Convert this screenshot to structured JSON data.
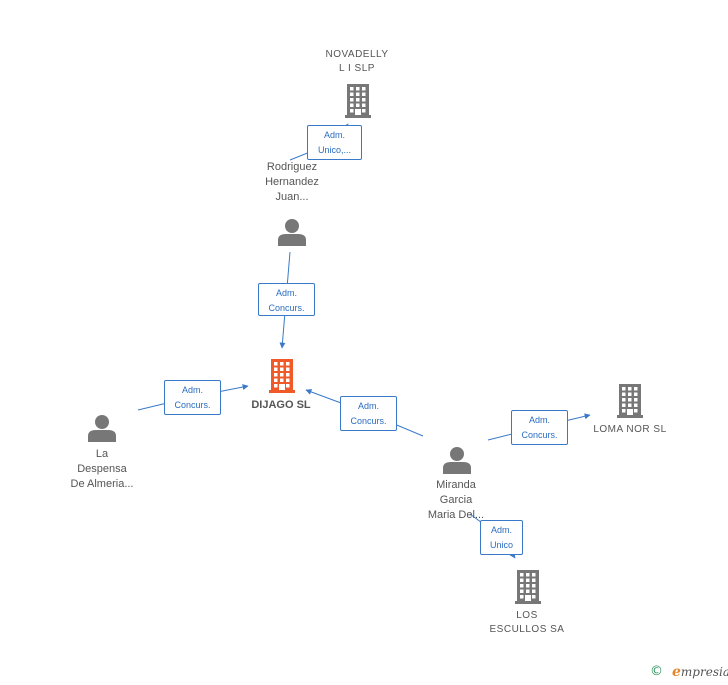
{
  "nodes": {
    "novadelly": {
      "label": "NOVADELLY\nL I  SLP",
      "type": "company",
      "icon": "building-icon"
    },
    "rodriguez": {
      "label": "Rodriguez\nHernandez\nJuan...",
      "type": "person",
      "icon": "person-icon"
    },
    "dijago": {
      "label": "DIJAGO SL",
      "type": "company-main",
      "icon": "building-icon",
      "color": "#f05a28"
    },
    "ladespensa": {
      "label": "La\nDespensa\nDe Almeria...",
      "type": "person",
      "icon": "person-icon"
    },
    "miranda": {
      "label": "Miranda\nGarcia\nMaria Del...",
      "type": "person",
      "icon": "person-icon"
    },
    "lomanor": {
      "label": "LOMA NOR SL",
      "type": "company",
      "icon": "building-icon"
    },
    "losescullos": {
      "label": "LOS\nESCULLOS SA",
      "type": "company",
      "icon": "building-icon"
    }
  },
  "edges": [
    {
      "from": "rodriguez",
      "to": "novadelly",
      "label": "Adm.\nUnico,..."
    },
    {
      "from": "rodriguez",
      "to": "dijago",
      "label": "Adm.\nConcurs."
    },
    {
      "from": "ladespensa",
      "to": "dijago",
      "label": "Adm.\nConcurs."
    },
    {
      "from": "miranda",
      "to": "dijago",
      "label": "Adm.\nConcurs."
    },
    {
      "from": "miranda",
      "to": "lomanor",
      "label": "Adm.\nConcurs."
    },
    {
      "from": "miranda",
      "to": "losescullos",
      "label": "Adm.\nUnico"
    }
  ],
  "colors": {
    "icon": "#777777",
    "main": "#f05a28",
    "edge": "#3a79c9"
  },
  "footer": {
    "copyright": "©",
    "brand_initial": "e",
    "brand_rest": "mpresia"
  }
}
